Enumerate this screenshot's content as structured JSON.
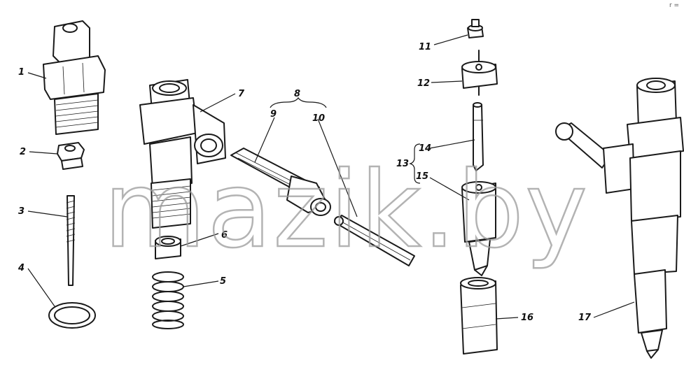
{
  "labels": {
    "l1": "1",
    "l2": "2",
    "l3": "3",
    "l4": "4",
    "l5": "5",
    "l6": "6",
    "l7": "7",
    "l8": "8",
    "l9": "9",
    "l10": "10",
    "l11": "11",
    "l12": "12",
    "l13": "13",
    "l14": "14",
    "l15": "15",
    "l16": "16",
    "l17": "17"
  },
  "watermark": "mazik.by",
  "corner_mark": "r ="
}
